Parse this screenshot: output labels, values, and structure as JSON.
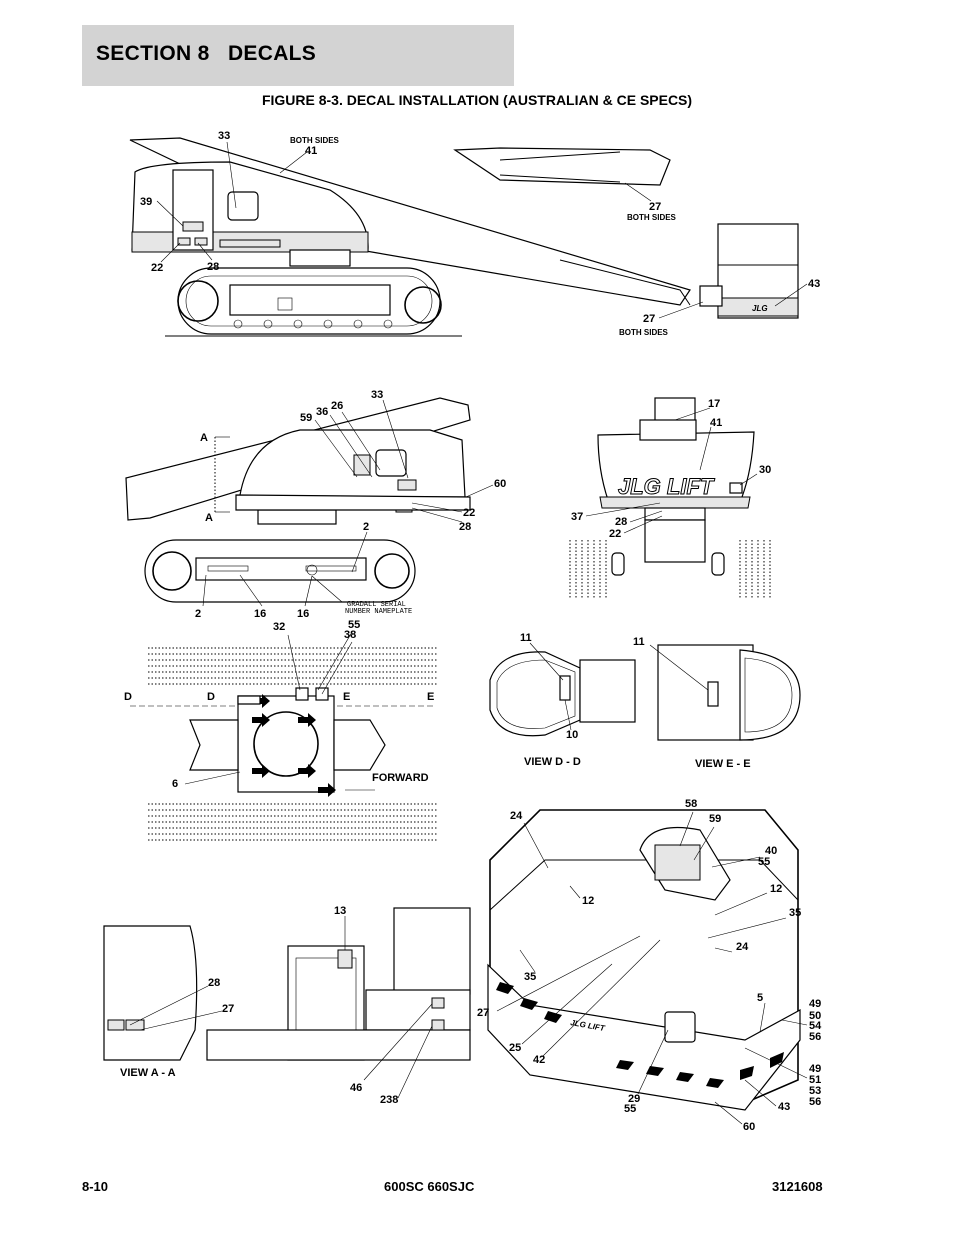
{
  "header": {
    "section_title": "SECTION 8   DECALS",
    "figure_title": "FIGURE 8-3. DECAL INSTALLATION (AUSTRALIAN & CE SPECS)"
  },
  "callouts": {
    "c33a": "33",
    "both_sides_a": "BOTH SIDES",
    "c41a": "41",
    "c39": "39",
    "c22a": "22",
    "c28a": "28",
    "c27a": "27",
    "both_sides_b": "BOTH SIDES",
    "c43a": "43",
    "c27b": "27",
    "both_sides_c": "BOTH SIDES",
    "c33b": "33",
    "c59a": "59",
    "c36": "36",
    "c26": "26",
    "secA_top": "A",
    "secA_bot": "A",
    "c60a": "60",
    "c22b": "22",
    "c28b": "28",
    "c2a": "2",
    "c2b": "2",
    "c16a": "16",
    "c16b": "16",
    "gradall1": "GRADALL SERIAL",
    "gradall2": "NUMBER NAMEPLATE",
    "c17": "17",
    "c41b": "41",
    "c30": "30",
    "c37": "37",
    "c28c": "28",
    "c22c": "22",
    "c32": "32",
    "c55a": "55",
    "c38": "38",
    "D1": "D",
    "D2": "D",
    "E1": "E",
    "E2": "E",
    "c6": "6",
    "forward": "FORWARD",
    "c11a": "11",
    "c10": "10",
    "view_dd": "VIEW D - D",
    "c11b": "11",
    "view_ee": "VIEW E - E",
    "c13": "13",
    "c28d": "28",
    "c27c": "27",
    "view_aa": "VIEW A - A",
    "c46": "46",
    "c238": "238",
    "c24a": "24",
    "c58": "58",
    "c59b": "59",
    "c40": "40",
    "c55b": "55",
    "c12a": "12",
    "c12b": "12",
    "c35a": "35",
    "c35b": "35",
    "c24b": "24",
    "c5": "5",
    "c27d": "27",
    "c25": "25",
    "c42": "42",
    "c29": "29",
    "c55c": "55",
    "c60b": "60",
    "c43b": "43",
    "g1_49": "49",
    "g1_50": "50",
    "g1_54": "54",
    "g1_56": "56",
    "g2_49": "49",
    "g2_51": "51",
    "g2_53": "53",
    "g2_56": "56",
    "jlg_lift": "JLG LIFT"
  },
  "footer": {
    "page": "8-10",
    "models": "600SC 660SJC",
    "doc_number": "3121608"
  }
}
